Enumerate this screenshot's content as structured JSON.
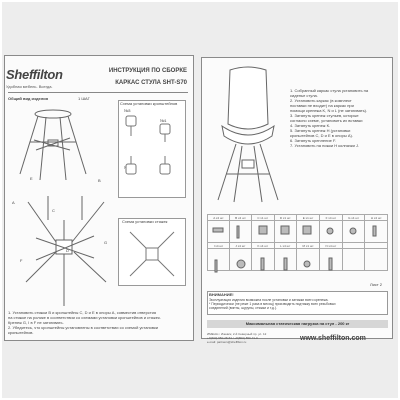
{
  "brand": {
    "name": "Sheffilton",
    "tagline": "Удобная мебель. Всегда."
  },
  "header": {
    "title": "ИНСТРУКЦИЯ ПО СБОРКЕ",
    "model": "КАРКАС СТУЛА SHT-S70"
  },
  "left_panel": {
    "general_view_label": "Общий вид изделия",
    "step_label": "1 ШАГ",
    "bracket_scheme_title": "Схема установки кронштейнов",
    "bracket_labels": [
      "№3",
      "№1",
      "№2",
      "№4"
    ],
    "leg_scheme_title": "Схема установки стяжек",
    "part_letters": [
      "A",
      "B",
      "C",
      "D",
      "E",
      "F",
      "G"
    ],
    "instructions": [
      "1. Установить стяжки B и кронштейны C, D и E в опоры A, совместив отверстия",
      "на стяжке на ролике в соответствии со схемами установки кронштейнов и стяжек.",
      "Крепеж G, I в F не затягивать.",
      "2. Убедитесь, что кронштейны установлены в соответствии со схемой установки",
      "кронштейнов."
    ]
  },
  "right_panel": {
    "instructions": [
      "1. Собранный каркас стула установить на",
      "сиденье стула.",
      "2. Установить каркас (в комплект",
      "поставки не входит) на каркас при",
      "помощи крепежа K, N и L (не затягивать).",
      "3. Затянуть крепеж стульев, которые",
      "согласно схеме, установить их вставки",
      "4. Затянуть крепеж K.",
      "5. Затянуть крепеж H (установки",
      "кронштейнов C, D и E в опоры A).",
      "6. Затянуть крепление F.",
      "7. Установить на ножки H колпачки J."
    ],
    "parts_table_headers": [
      "A x4 шт",
      "B x4 шт",
      "C x1 шт",
      "D x1 шт",
      "E x1 шт",
      "F x4 шт",
      "G x4 шт",
      "H x4 шт"
    ],
    "parts_table_row2": [
      "I x4 шт",
      "J x4 шт",
      "K x4 шт",
      "L x4 шт",
      "M x1 шт",
      "N x4 шт"
    ],
    "page_number": "Лист 2",
    "warning_title": "ВНИМАНИЕ!",
    "warning_lines": [
      "Эксплуатация изделия возможна после установки и затяжки всего крепежа.",
      "* Периодически (не реже 1 раза в месяц) производить подтяжку всех резьбовых",
      "соединений (винты, шурупы, стяжки и т.д.)."
    ],
    "max_load": "Максимальная статическая нагрузка на стул - 200 кг",
    "company_lines": [
      "ИМЕНА г. Ижевск, 2-й Северный пр. ул. 12",
      "+7(800) 550-28-54 / +8(800) 550-71-0",
      "e-mail: partners@sheffilton.ru"
    ],
    "url": "www.sheffilton.com"
  }
}
